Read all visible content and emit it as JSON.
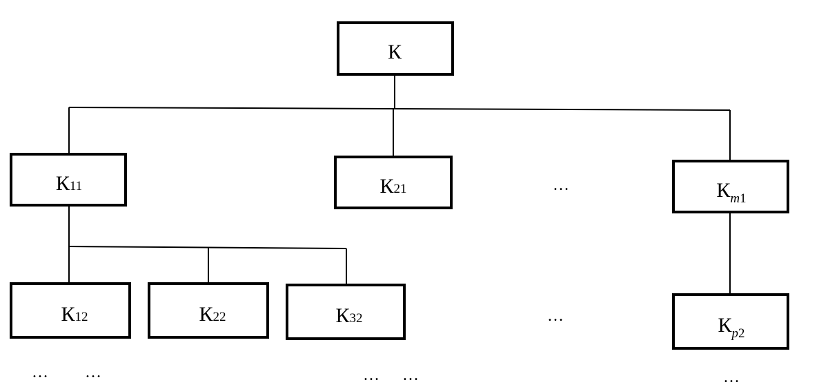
{
  "diagram": {
    "type": "tree",
    "colors": {
      "stroke": "#000000",
      "background": "#ffffff"
    },
    "nodes": {
      "root": {
        "base": "К",
        "sub": ""
      },
      "k11": {
        "base": "К",
        "sub": "11",
        "sub_italic": ""
      },
      "k21": {
        "base": "К",
        "sub": "21",
        "sub_italic": ""
      },
      "km1": {
        "base": "К",
        "sub_italic": "m",
        "sub": "1"
      },
      "k12": {
        "base": "К",
        "sub": "12",
        "sub_italic": ""
      },
      "k22": {
        "base": "К",
        "sub": "22",
        "sub_italic": ""
      },
      "k32": {
        "base": "К",
        "sub": "32",
        "sub_italic": ""
      },
      "kp2": {
        "base": "К",
        "sub_italic": "p",
        "sub": "2"
      }
    },
    "edges": [
      [
        "root",
        "k11"
      ],
      [
        "root",
        "k21"
      ],
      [
        "root",
        "km1"
      ],
      [
        "k11",
        "k12"
      ],
      [
        "k11",
        "k22"
      ],
      [
        "k11",
        "k32"
      ],
      [
        "km1",
        "kp2"
      ]
    ],
    "ellipses": {
      "level1_gap": "…",
      "level2_gap": "…",
      "below_k12_a": "…",
      "below_k12_b": "…",
      "below_k32_a": "…",
      "below_k32_b": "…",
      "below_kp2": "…"
    }
  }
}
